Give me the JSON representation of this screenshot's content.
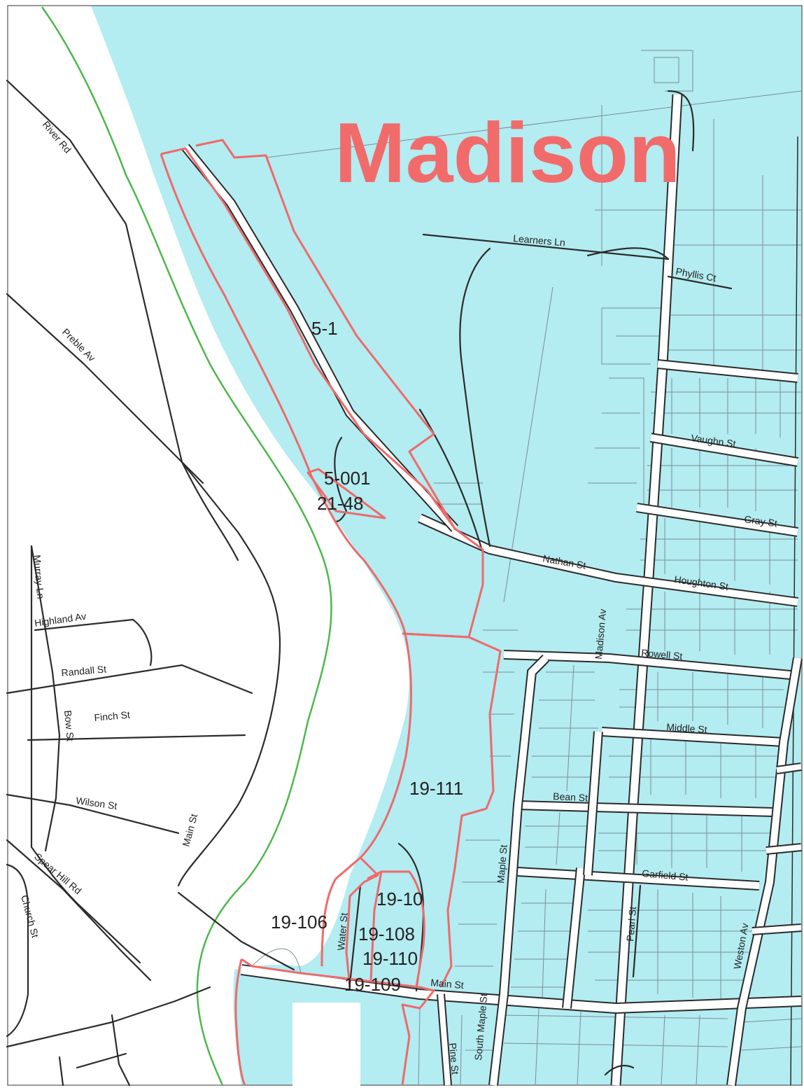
{
  "title": "Madison",
  "colors": {
    "water_and_land_parcels": "#b3ecf1",
    "white_land": "#ffffff",
    "boundary_red": "#ee6a6a",
    "title_red": "#f26b6b",
    "river_green": "#4cb84c",
    "road": "#2b2b2b"
  },
  "lots": [
    "5-1",
    "5-001",
    "21-48",
    "19-111",
    "19-10",
    "19-106",
    "19-108",
    "19-110",
    "19-109"
  ],
  "streets": [
    "River Rd",
    "Preble Av",
    "Learners Ln",
    "Phyllis Ct",
    "Vaughn St",
    "Gray St",
    "Nathan St",
    "Houghton St",
    "Madison Av",
    "Rowell St",
    "Middle St",
    "Bean St",
    "Garfield St",
    "Maple St",
    "Pearl St",
    "Weston Av",
    "Main St",
    "Water St",
    "South Maple St",
    "Pine St",
    "Murray Ln",
    "Highland Av",
    "Randall St",
    "Bow St",
    "Finch St",
    "Wilson St",
    "Main St",
    "Spear Hill Rd",
    "Church St"
  ]
}
